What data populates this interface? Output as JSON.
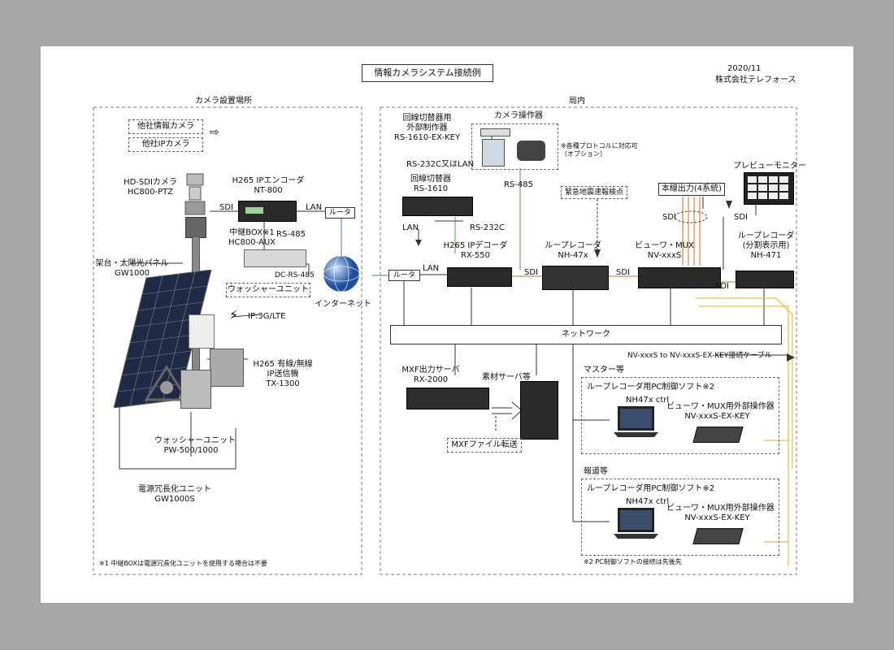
{
  "title": "情報カメラシステム接続例",
  "date": "2020/11",
  "company": "株式会社テレフォース",
  "sections": {
    "camera_site": "カメラ設置場所",
    "station": "局内"
  },
  "left": {
    "other_camera": "他社情報カメラ",
    "other_ip_camera": "他社IPカメラ",
    "arrow": "⇨",
    "hd_camera": [
      "HD-SDIカメラ",
      "HC800-PTZ"
    ],
    "encoder": [
      "H265 IPエンコーダ",
      "NT-800"
    ],
    "relay": [
      "中継BOX※1",
      "HC800-AUX"
    ],
    "solar": [
      "架台・太陽光パネル",
      "GW1000"
    ],
    "washer_unit_label": "ウォッシャーユニット",
    "ip_lte": "IP:3G/LTE",
    "transmitter": [
      "H265 有線/無線",
      "IP送信機",
      "TX-1300"
    ],
    "washer": [
      "ウォッシャーユニット",
      "PW-500/1000"
    ],
    "power": [
      "電源冗長化ユニット",
      "GW1000S"
    ],
    "note1": "※1 中継BOXは電源冗長化ユニットを使用する場合は不要",
    "sdi": "SDI",
    "lan": "LAN",
    "rs485": "RS-485",
    "dc_rs485": "DC-RS-485",
    "router": "ルータ"
  },
  "internet": "インターネット",
  "right": {
    "switcher_ext": [
      "回線切替器用",
      "外部制作器",
      "RS-1610-EX-KEY"
    ],
    "camera_controller": "カメラ操作器",
    "protocol_note": [
      "※各種プロトコルに対応可",
      "（オプション）"
    ],
    "rs232c_lan": "RS-232C又はLAN",
    "switcher": [
      "回線切替器",
      "RS-1610"
    ],
    "rs485": "RS-485",
    "emergency": "緊急地震速報検点",
    "radio_out": "本線出力(4系統)",
    "preview": "プレビューモニター",
    "lan": "LAN",
    "rs232c": "RS-232C",
    "router": "ルータ",
    "decoder": [
      "H265 IPデコーダ",
      "RX-550"
    ],
    "loop_recorder": [
      "ループレコーダ",
      "NH-47x"
    ],
    "viewer_mux": [
      "ビューワ・MUX",
      "NV-xxxS"
    ],
    "loop_recorder_split": [
      "ループレコーダ",
      "(分割表示用)",
      "NH-471"
    ],
    "sdi": "SDI",
    "network": "ネットワーク",
    "cable": "NV-xxxS to NV-xxxS-EX-KEY接続ケーブル",
    "mxf_server": [
      "MXF出力サーバ",
      "RX-2000"
    ],
    "material_server": "素材サーバ等",
    "mxf_transfer": "MXFファイル転送",
    "master": "マスター等",
    "news": "報道等",
    "pc_soft": "ループレコーダ用PC制御ソフト※2",
    "nh47x_ctrl": "NH47x ctrl",
    "mux_ext": [
      "ビューワ・MUX用外部操作器",
      "NV-xxxS-EX-KEY"
    ],
    "note2": "※2 PC制御ソフトの接続は先後先"
  }
}
